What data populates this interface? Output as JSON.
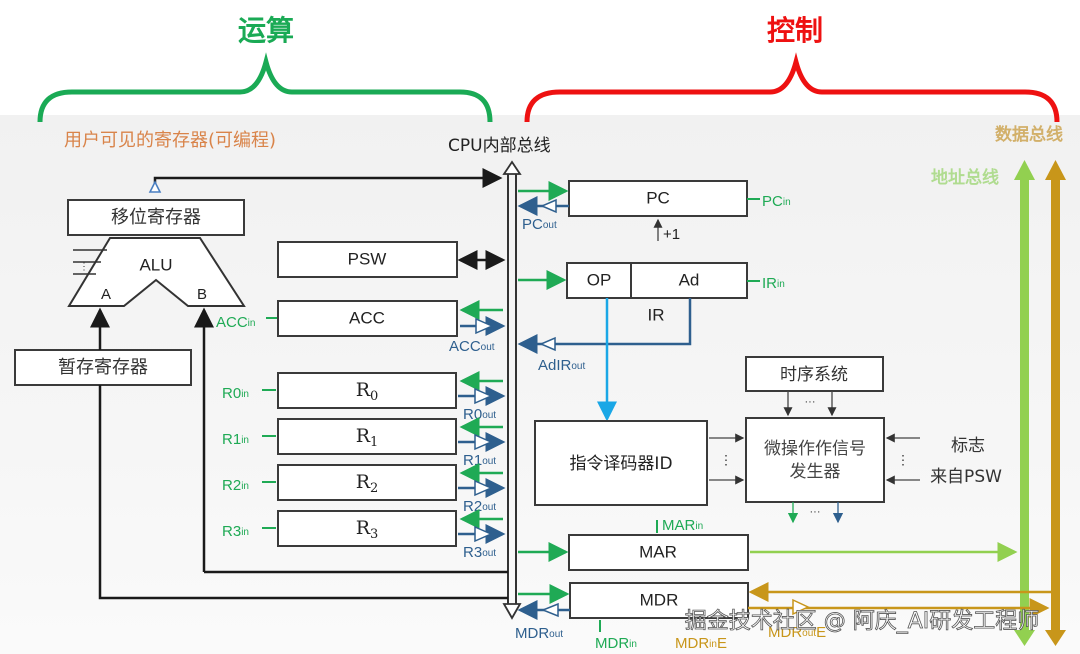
{
  "title_left": "运算",
  "title_right": "控制",
  "colors": {
    "compute_brace": "#1aaa55",
    "control_brace": "#ee1111",
    "user_visible_label": "#d9844a",
    "signal_in": "#1faa55",
    "signal_out": "#2e5f8e",
    "address_bus": "#92d050",
    "data_bus": "#c8961a",
    "decoder_line": "#1aa7e6"
  },
  "labels": {
    "user_visible_registers": "用户可见的寄存器(可编程)",
    "cpu_internal_bus": "CPU内部总线",
    "data_bus": "数据总线",
    "address_bus": "地址总线",
    "shift_register": "移位寄存器",
    "alu": "ALU",
    "alu_input_a": "A",
    "alu_input_b": "B",
    "temp_register": "暂存寄存器",
    "psw": "PSW",
    "acc": "ACC",
    "r0": "R",
    "r0_sub": "0",
    "r1": "R",
    "r1_sub": "1",
    "r2": "R",
    "r2_sub": "2",
    "r3": "R",
    "r3_sub": "3",
    "pc": "PC",
    "plus_one": "+1",
    "op": "OP",
    "ad": "Ad",
    "ir": "IR",
    "timing_system": "时序系统",
    "instruction_decoder": "指令译码器ID",
    "micro_op_generator_line1": "微操作作信号",
    "micro_op_generator_line2": "发生器",
    "flags_line1": "标志",
    "flags_line2": "来自PSW",
    "mar": "MAR",
    "mdr": "MDR",
    "ellipsis_v": "⋮",
    "ellipsis_h": "···"
  },
  "signals": {
    "acc_in": {
      "base": "ACC",
      "sub": "in"
    },
    "acc_out": {
      "base": "ACC",
      "sub": "out"
    },
    "r0_in": {
      "base": "R0",
      "sub": "in"
    },
    "r0_out": {
      "base": "R0",
      "sub": "out"
    },
    "r1_in": {
      "base": "R1",
      "sub": "in"
    },
    "r1_out": {
      "base": "R1",
      "sub": "out"
    },
    "r2_in": {
      "base": "R2",
      "sub": "in"
    },
    "r2_out": {
      "base": "R2",
      "sub": "out"
    },
    "r3_in": {
      "base": "R3",
      "sub": "in"
    },
    "r3_out": {
      "base": "R3",
      "sub": "out"
    },
    "pc_in": {
      "base": "PC",
      "sub": "in"
    },
    "pc_out": {
      "base": "PC",
      "sub": "out"
    },
    "ir_in": {
      "base": "IR",
      "sub": "in"
    },
    "adir_out": {
      "base": "AdIR",
      "sub": "out"
    },
    "mar_in": {
      "base": "MAR",
      "sub": "in"
    },
    "mdr_in": {
      "base": "MDR",
      "sub": "in"
    },
    "mdr_out": {
      "base": "MDR",
      "sub": "out"
    },
    "mdr_in_e": {
      "base": "MDR",
      "sub": "in",
      "suffix": "E"
    },
    "mdr_out_e": {
      "base": "MDR",
      "sub": "out",
      "suffix": "E"
    }
  },
  "watermark": "掘金技术社区 @ 阿庆_AI研发工程师"
}
